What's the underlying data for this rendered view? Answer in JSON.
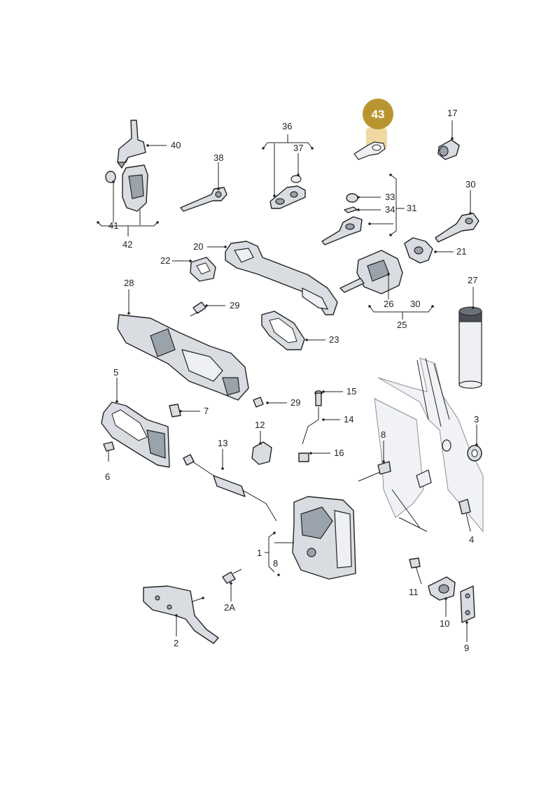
{
  "labels": {
    "p40": "40",
    "p41": "41",
    "p42": "42",
    "p36": "36",
    "p37": "37",
    "p38": "38",
    "p43": "43",
    "p17": "17",
    "p33": "33",
    "p34": "34",
    "p31": "31",
    "p30a": "30",
    "p20": "20",
    "p21": "21",
    "p22": "22",
    "p27": "27",
    "p28": "28",
    "p29a": "29",
    "p26": "26",
    "p30b": "30",
    "p25": "25",
    "p23": "23",
    "p5": "5",
    "p7": "7",
    "p29b": "29",
    "p15": "15",
    "p14": "14",
    "p12": "12",
    "p6": "6",
    "p13": "13",
    "p16": "16",
    "p8a": "8",
    "p3": "3",
    "p1": "1",
    "p8b": "8",
    "p4": "4",
    "p2A": "2A",
    "p11": "11",
    "p2": "2",
    "p10": "10",
    "p9": "9"
  },
  "highlight": {
    "part": "43",
    "color": "#b8952f",
    "box_color": "#e8c87a"
  },
  "colors": {
    "part_fill": "#d9dde2",
    "line": "#222222"
  }
}
